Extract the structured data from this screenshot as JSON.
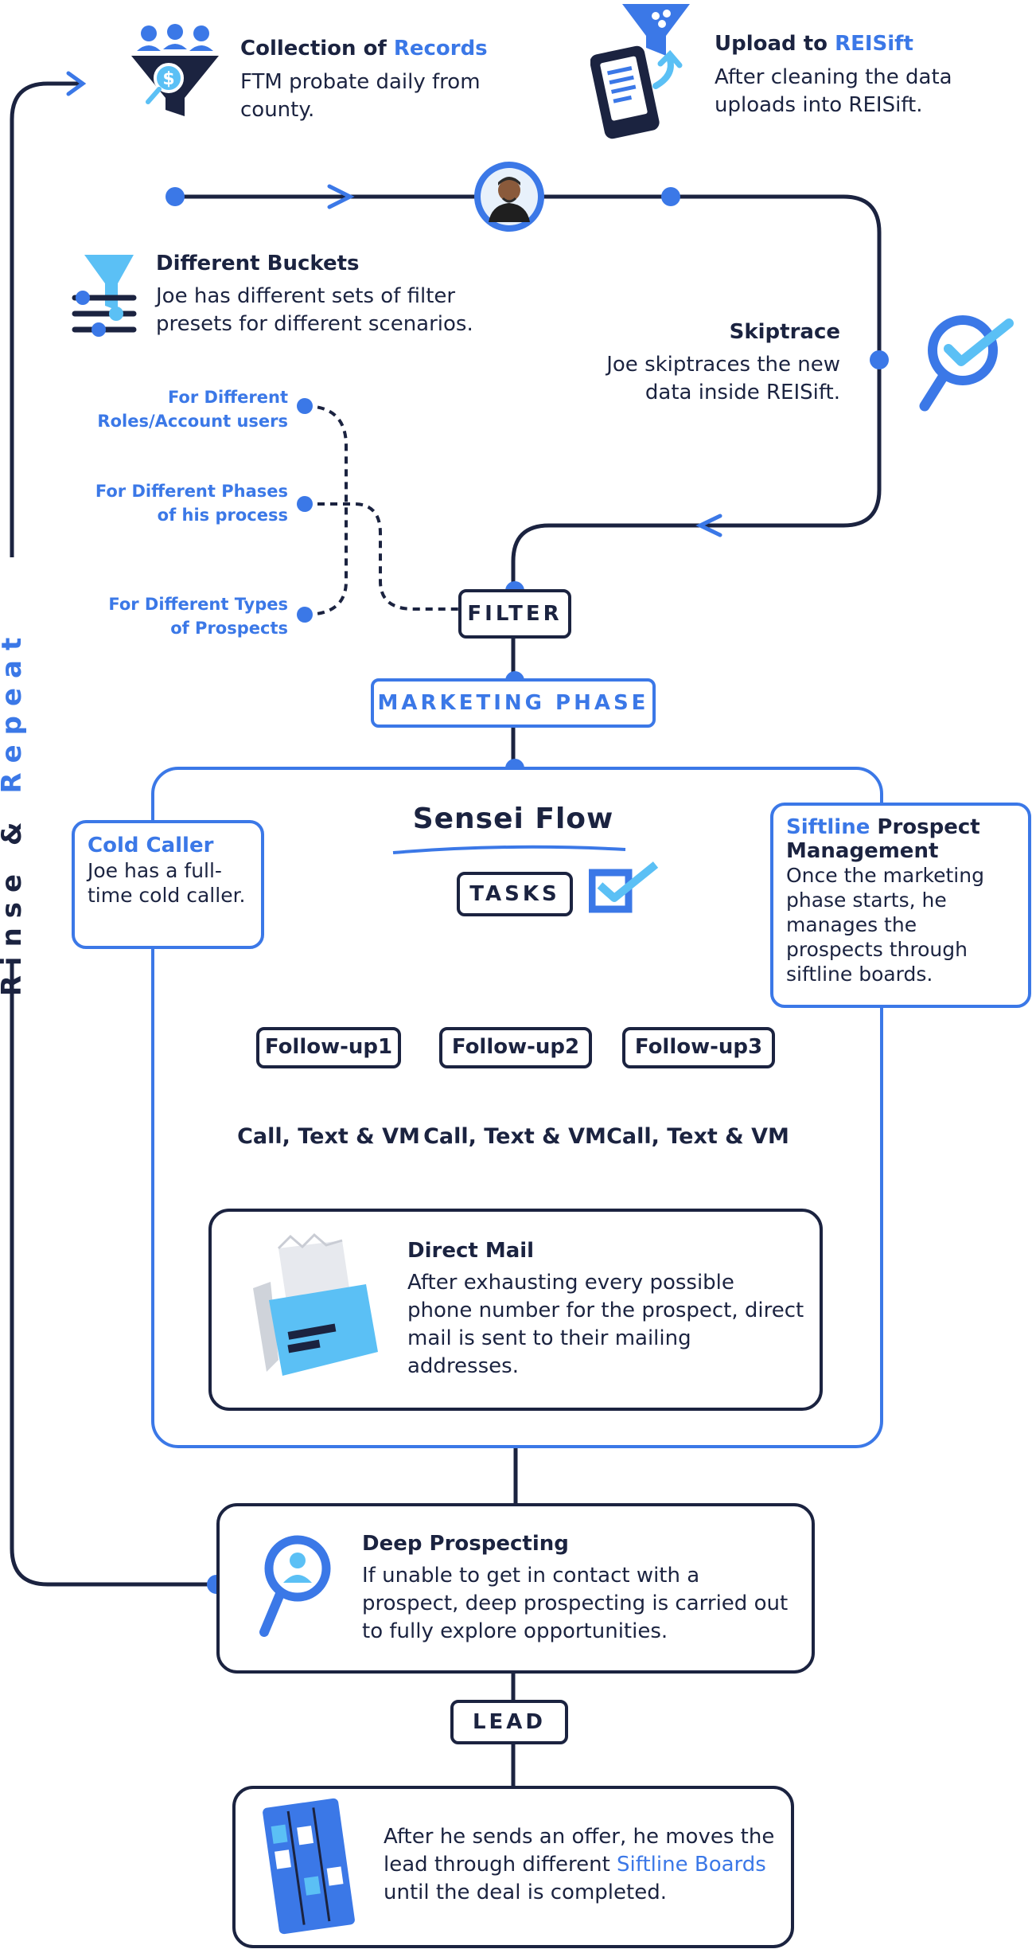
{
  "collection": {
    "title_prefix": "Collection of ",
    "title_highlight": "Records",
    "desc": "FTM probate daily from county."
  },
  "upload": {
    "title_prefix": "Upload to ",
    "title_highlight": "REISift",
    "desc": "After cleaning the data uploads into REISift."
  },
  "buckets": {
    "title": "Different Buckets",
    "desc": "Joe has different sets of filter presets for different scenarios."
  },
  "skiptrace": {
    "title": "Skiptrace",
    "desc": "Joe skiptraces the new data inside REISift."
  },
  "filter_branches": {
    "roles": "For Different Roles/Account users",
    "phases": "For Different Phases of his process",
    "types": "For Different Types of Prospects"
  },
  "filter_label": "FILTER",
  "marketing_label": "MARKETING PHASE",
  "side_label": {
    "part1": "Rinse & ",
    "part2": "Repeat"
  },
  "sensei": {
    "title": "Sensei Flow",
    "tasks_label": "TASKS"
  },
  "cold_caller": {
    "title": "Cold Caller",
    "desc": "Joe has a full-time cold caller."
  },
  "siftline": {
    "title_highlight": "Siftline",
    "title_rest": " Prospect Management",
    "desc": "Once the marketing phase starts, he manages the prospects through siftline boards."
  },
  "followups": [
    {
      "label": "Follow-up1",
      "action": "Call, Text & VM"
    },
    {
      "label": "Follow-up2",
      "action": "Call, Text & VM"
    },
    {
      "label": "Follow-up3",
      "action": "Call, Text & VM"
    }
  ],
  "direct_mail": {
    "title": "Direct Mail",
    "desc": "After exhausting every possible phone number for the prospect, direct mail is sent to their mailing addresses."
  },
  "deep": {
    "title": "Deep Prospecting",
    "desc": "If unable to get in contact with a prospect, deep prospecting is carried out to fully explore opportunities."
  },
  "lead_label": "LEAD",
  "final": {
    "desc_prefix": "After he sends an offer, he moves the lead through different ",
    "desc_highlight": "Siftline Boards",
    "desc_suffix": " until the deal is completed."
  },
  "colors": {
    "navy": "#1b2340",
    "blue": "#3b78e7",
    "light_blue": "#5bc0f5"
  }
}
